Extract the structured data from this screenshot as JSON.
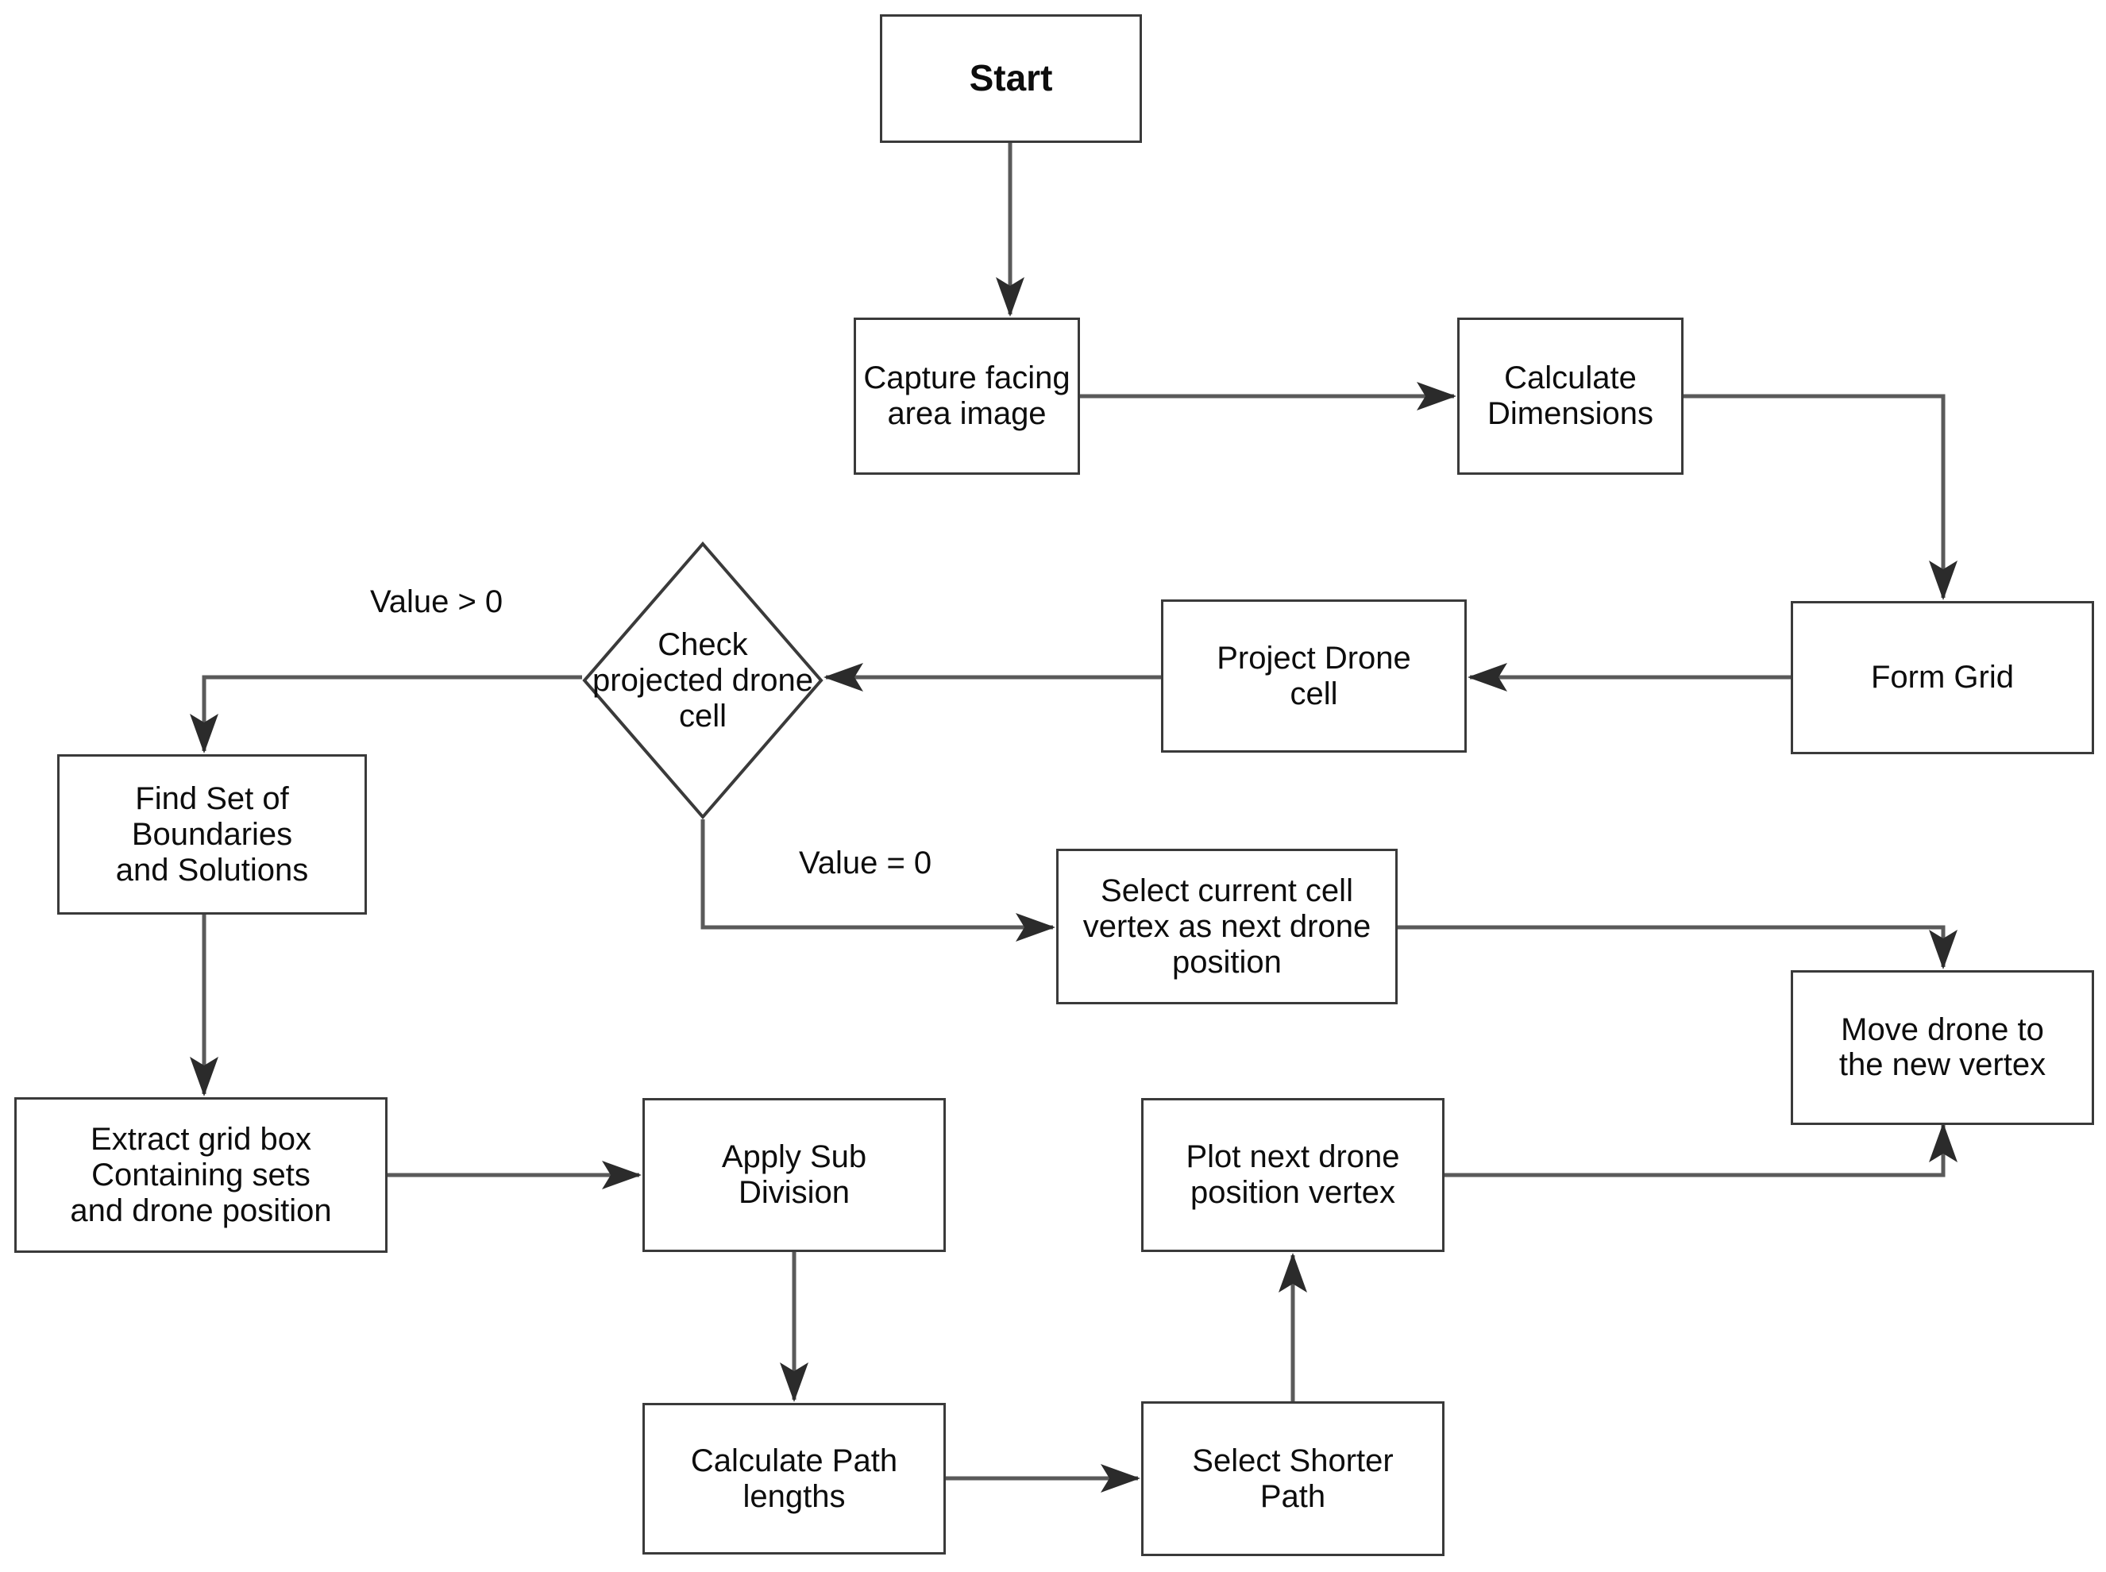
{
  "diagram": {
    "title": "Drone grid path-planning flowchart",
    "colors": {
      "stroke": "#3a3a3a",
      "text": "#0d0d0d",
      "background": "#ffffff"
    },
    "nodes": {
      "start": "Start",
      "capture": "Capture facing\narea image",
      "calculate_dimensions": "Calculate\nDimensions",
      "form_grid": "Form Grid",
      "project_drone_cell": "Project Drone\ncell",
      "check_projected_drone_cell": "Check\nprojected drone\ncell",
      "find_set": "Find Set of\nBoundaries\nand Solutions",
      "select_current_cell": "Select current cell\nvertex as next drone\nposition",
      "move_drone": "Move drone to\nthe new vertex",
      "extract_grid_box": "Extract grid box\nContaining sets\nand drone position",
      "apply_sub_division": "Apply Sub\nDivision",
      "plot_next_vertex": "Plot next drone\nposition vertex",
      "calculate_path_lengths": "Calculate Path\nlengths",
      "select_shorter_path": "Select Shorter\nPath"
    },
    "edge_labels": {
      "value_gt_zero": "Value > 0",
      "value_eq_zero": "Value = 0"
    }
  }
}
